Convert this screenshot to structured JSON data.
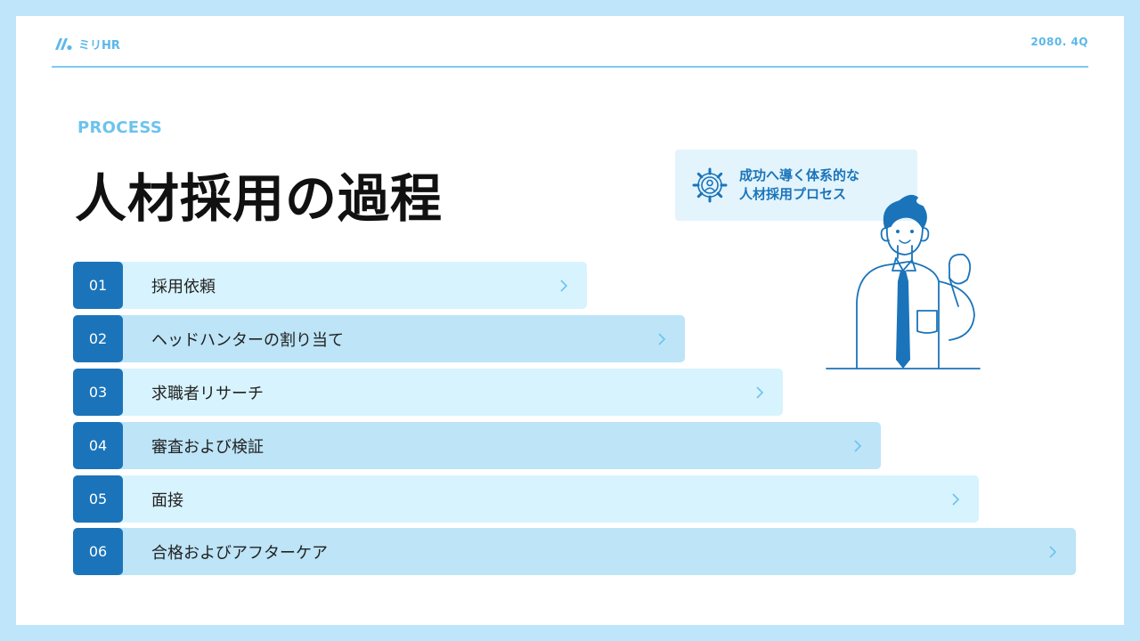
{
  "brand": {
    "name": "ミリHR",
    "accent": "#5bb8ea",
    "primary": "#1b74ba"
  },
  "header": {
    "period": "2080. 4Q"
  },
  "eyebrow": "PROCESS",
  "title": "人材採用の過程",
  "callout": {
    "line1": "成功へ導く体系的な",
    "line2": "人材採用プロセス",
    "icon": "gear-person-icon"
  },
  "steps": [
    {
      "num": "01",
      "label": "採用依頼"
    },
    {
      "num": "02",
      "label": "ヘッドハンターの割り当て"
    },
    {
      "num": "03",
      "label": "求職者リサーチ"
    },
    {
      "num": "04",
      "label": "審査および検証"
    },
    {
      "num": "05",
      "label": "面接"
    },
    {
      "num": "06",
      "label": "合格およびアフターケア"
    }
  ],
  "illustration": "businessman-icon"
}
